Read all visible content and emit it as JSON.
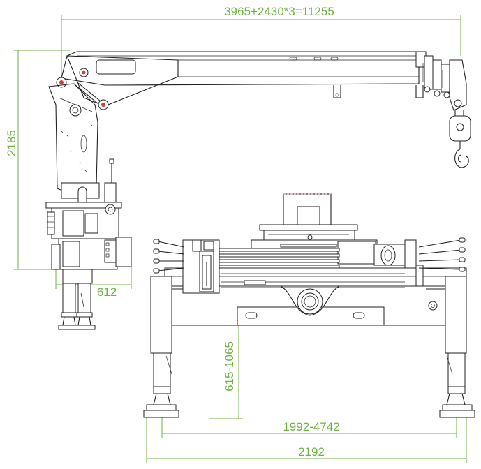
{
  "dimensions": {
    "boom_reach": "3965+2430*3=11255",
    "mast_height": "2185",
    "mast_width": "612",
    "outrigger_stroke": "615-1065",
    "outrigger_span_range": "1992-4742",
    "overall_width": "2192"
  },
  "colors": {
    "dimension": "#6db33f",
    "line": "#222222",
    "accent_red": "#d63a3a",
    "accent_pink": "#e08aa8"
  }
}
